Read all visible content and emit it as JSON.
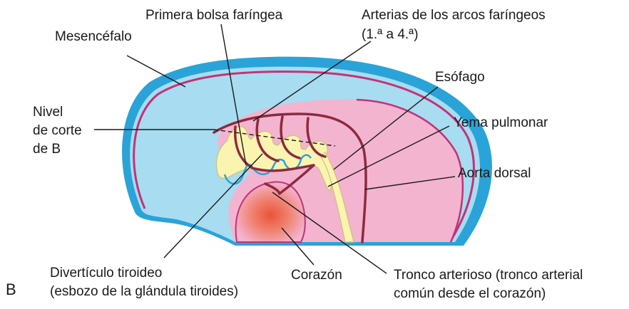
{
  "panel_letter": "B",
  "labels": {
    "mesencefalo": "Mesencéfalo",
    "bolsa": "Primera bolsa faríngea",
    "arterias_1": "Arterias de los arcos faríngeos",
    "arterias_2": "(1.ª a 4.ª)",
    "esofago": "Esófago",
    "nivel_1": "Nivel",
    "nivel_2": "de corte",
    "nivel_3": "de B",
    "yema": "Yema pulmonar",
    "aorta": "Aorta dorsal",
    "diverticulo_1": "Divertículo tiroideo",
    "diverticulo_2": "(esbozo de la glándula tiroides)",
    "corazon": "Corazón",
    "tronco_1": "Tronco arterioso (tronco arterial",
    "tronco_2": "común desde el corazón)"
  },
  "colors": {
    "ectoderm_blue": "#2aa3d8",
    "mesenchyme_light_blue": "#a8dcf0",
    "mesoderm_pink": "#f3b4cf",
    "outline_magenta": "#c2327a",
    "endoderm_yellow": "#fbf3b0",
    "artery_maroon": "#8e2a3e",
    "heart_red": "#e8553a"
  }
}
